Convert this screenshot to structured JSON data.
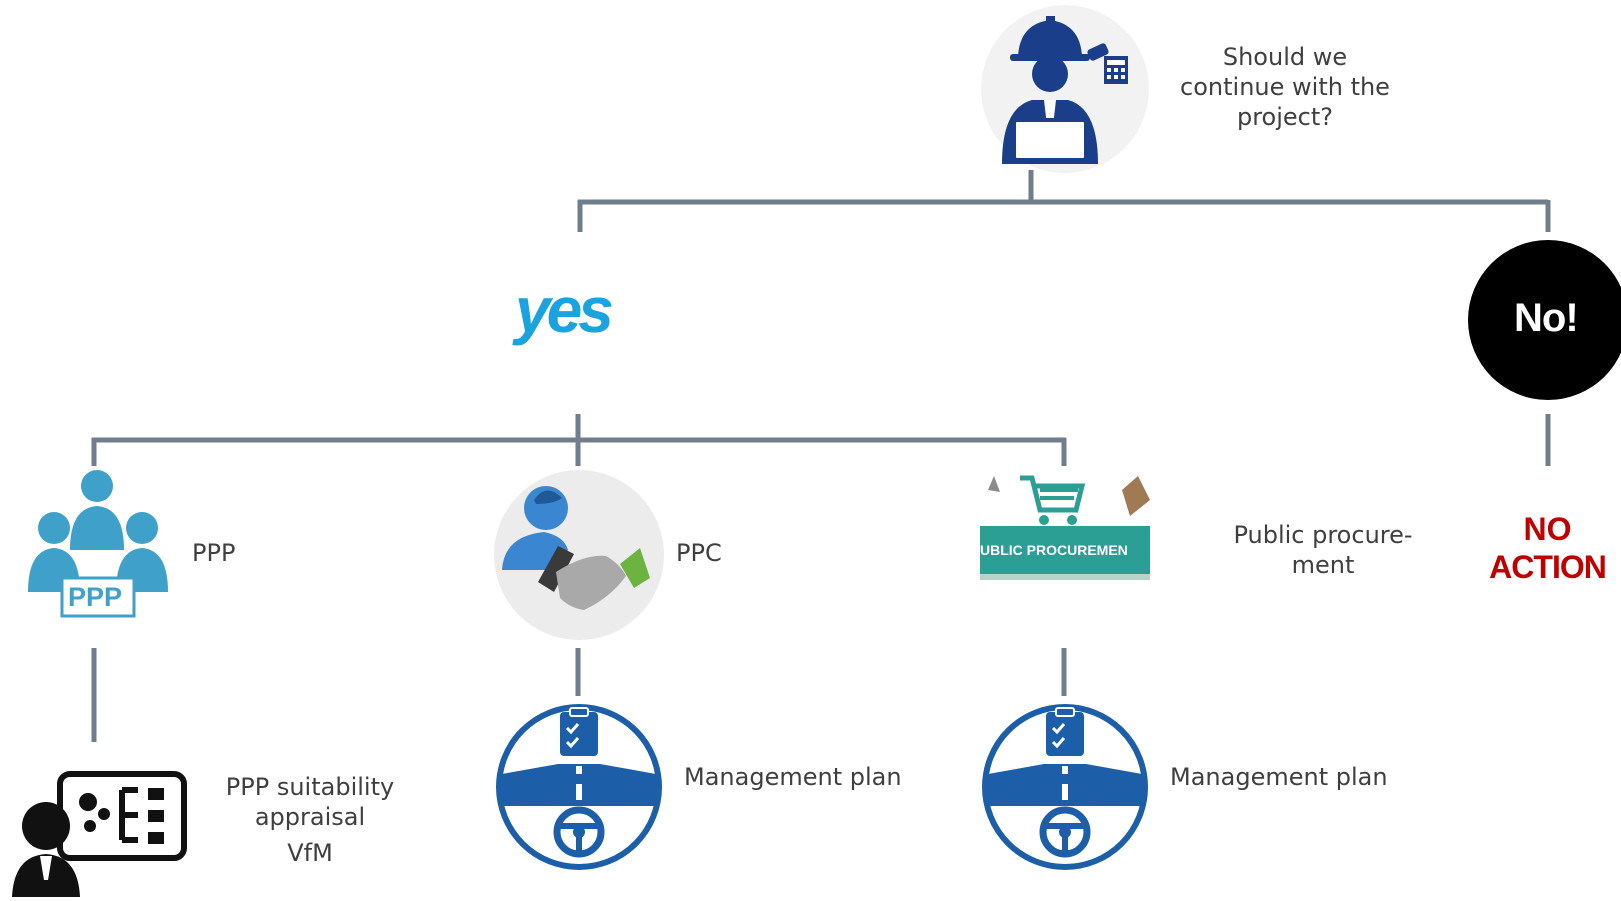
{
  "question": {
    "line1": "Should we",
    "line2": "continue with the",
    "line3": "project?"
  },
  "yes_branch": {
    "logo_text": "yes",
    "logo_color": "#1aa3dc",
    "options": [
      {
        "label": "PPP",
        "icon": "people-group-ppp-icon",
        "badge": "PPP"
      },
      {
        "label": "PPC",
        "icon": "handshake-icon"
      },
      {
        "label_line1": "Public procure-",
        "label_line2": "ment",
        "icon": "public-procurement-cart-icon",
        "banner": "UBLIC PROCUREMEN"
      }
    ],
    "followups": [
      {
        "line1": "PPP suitability",
        "line2": "appraisal",
        "line3": "VfM",
        "icon": "presentation-gears-icon"
      },
      {
        "label": "Management plan",
        "icon": "management-plan-steering-icon"
      },
      {
        "label": "Management plan",
        "icon": "management-plan-steering-icon"
      }
    ]
  },
  "no_branch": {
    "circle_text": "No!",
    "result_line1": "NO",
    "result_line2": "ACTION",
    "result_color": "#c00000"
  },
  "colors": {
    "connector": "#6f7d8c",
    "icon_blue": "#1c5fa8",
    "navy": "#1b3e8a"
  }
}
